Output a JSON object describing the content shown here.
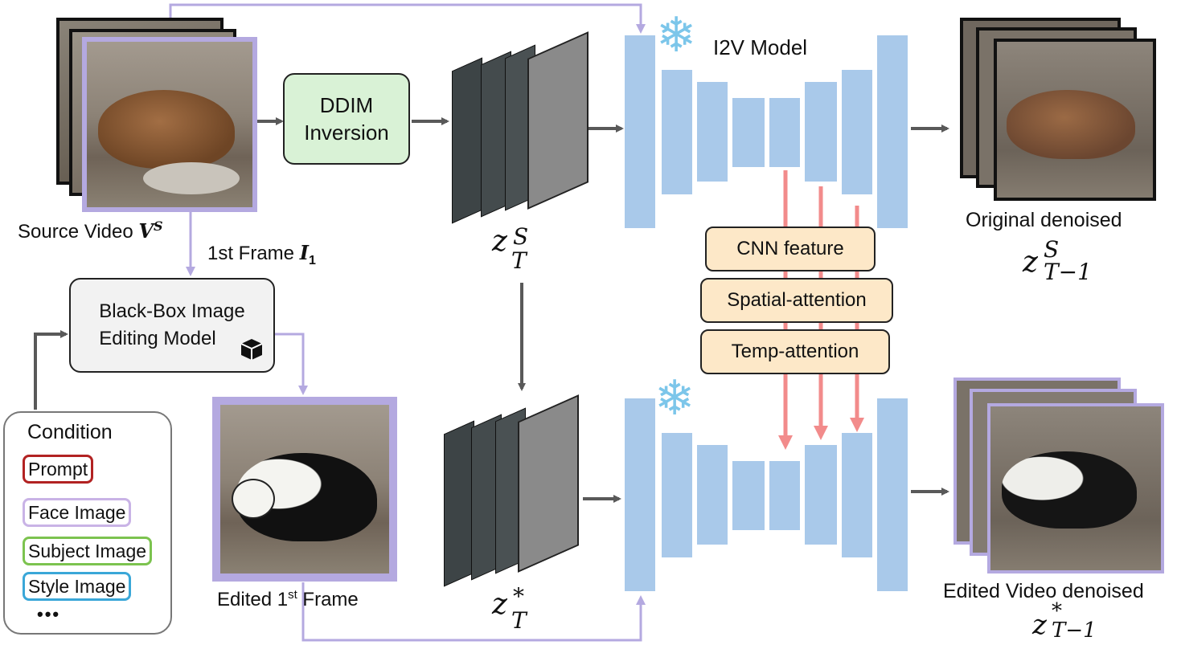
{
  "source_video": {
    "label": "Source Video ",
    "symbol": "V",
    "sup": "S"
  },
  "first_frame": {
    "label": "1st Frame ",
    "symbol": "I",
    "sub": "1"
  },
  "ddim": {
    "line1": "DDIM",
    "line2": "Inversion"
  },
  "latent_source": {
    "base": "z",
    "sup": "S",
    "sub": "T"
  },
  "latent_edit": {
    "base": "z",
    "sup": "*",
    "sub": "T"
  },
  "model": {
    "label": "I2V Model"
  },
  "features": {
    "cnn": "CNN feature",
    "spatial": "Spatial-attention",
    "temporal": "Temp-attention"
  },
  "original_out": {
    "label": "Original denoised",
    "base": "z",
    "sup": "S",
    "sub": "T−1"
  },
  "edited_out": {
    "label": "Edited Video denoised",
    "base": "z",
    "sup": "*",
    "sub": "T−1"
  },
  "black_box": {
    "line1": "Black-Box Image",
    "line2": "Editing Model",
    "icon": "box-icon"
  },
  "edited_frame": {
    "label": "Edited 1",
    "sup": "st",
    "tail": " Frame"
  },
  "condition": {
    "title": "Condition",
    "items": [
      "Prompt",
      "Face Image",
      "Subject Image",
      "Style Image"
    ],
    "more": "•••"
  },
  "colors": {
    "purple": "#b4a9e0",
    "unet": "#a9c9ea",
    "ddim_fill": "#d9f2d6",
    "feature_fill": "#fde8c8",
    "red_arrow": "#f28b8b",
    "gray_arrow": "#595959",
    "prompt": "#b22222",
    "face": "#c9b3e6",
    "subject": "#7cc34f",
    "style": "#3aa7d8"
  }
}
